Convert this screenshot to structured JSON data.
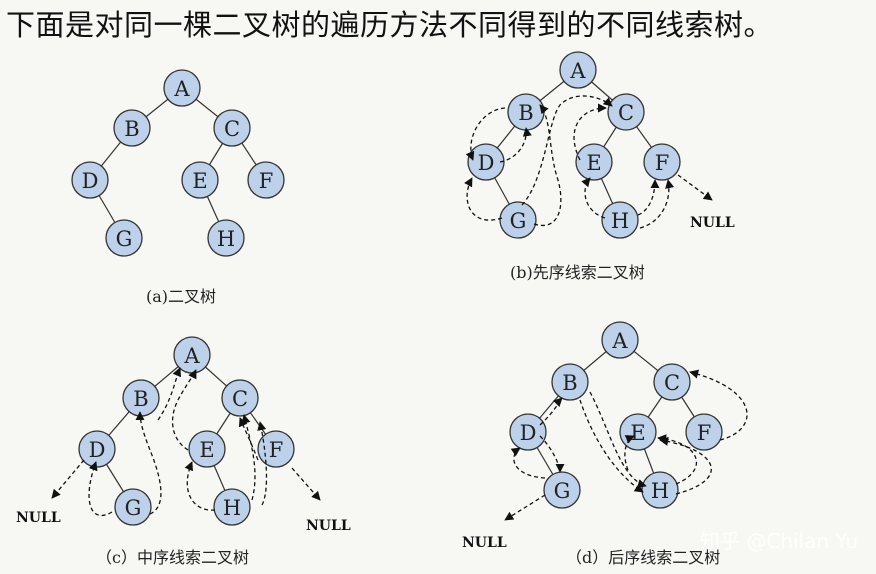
{
  "heading": "下面是对同一棵二叉树的遍历方法不同得到的不同线索树。",
  "null_label": "NULL",
  "watermark": "知乎 @Chilan Yu",
  "captions": {
    "a": "(a)二叉树",
    "b": "(b)先序线索二叉树",
    "c": "（c）中序线索二叉树",
    "d": "（d）后序线索二叉树"
  },
  "nodes": [
    "A",
    "B",
    "C",
    "D",
    "E",
    "F",
    "G",
    "H"
  ],
  "edges": [
    [
      "A",
      "B"
    ],
    [
      "A",
      "C"
    ],
    [
      "B",
      "D"
    ],
    [
      "D",
      "G"
    ],
    [
      "C",
      "E"
    ],
    [
      "C",
      "F"
    ],
    [
      "E",
      "H"
    ]
  ],
  "threads": {
    "preorder": {
      "order": [
        "A",
        "B",
        "D",
        "G",
        "C",
        "E",
        "H",
        "F"
      ],
      "right_end": "NULL"
    },
    "inorder": {
      "order": [
        "D",
        "G",
        "B",
        "A",
        "E",
        "H",
        "C",
        "F"
      ],
      "left_start": "NULL",
      "right_end": "NULL"
    },
    "postorder": {
      "order": [
        "G",
        "D",
        "B",
        "H",
        "E",
        "F",
        "C",
        "A"
      ],
      "left_start": "NULL"
    }
  },
  "colors": {
    "node_fill": "#bdd2ea",
    "node_stroke": "#333333",
    "thread": "#111111"
  }
}
